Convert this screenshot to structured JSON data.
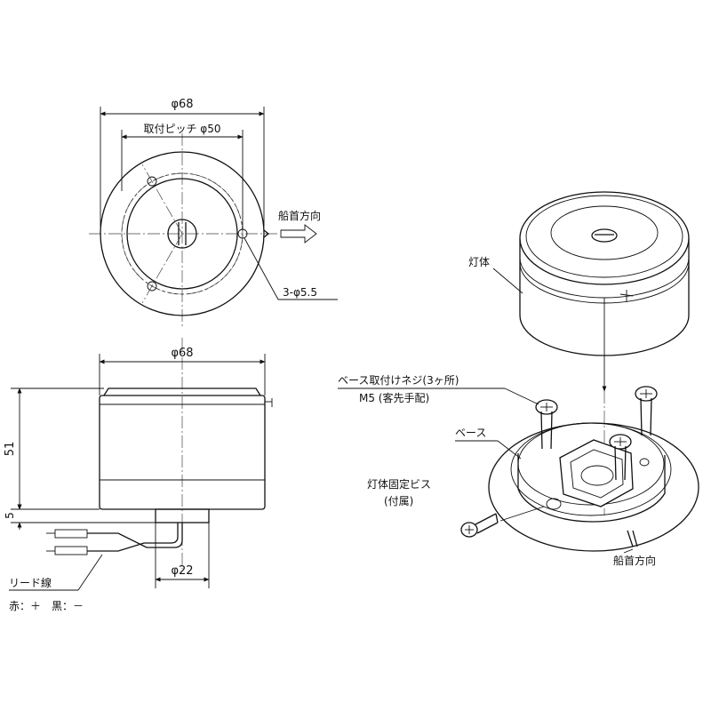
{
  "top_view": {
    "dia_outer": "φ68",
    "mount_pitch": "取付ピッチ φ50",
    "bow_direction": "船首方向",
    "holes": "3-φ5.5"
  },
  "side_view": {
    "dia_body": "φ68",
    "height": "51",
    "base_height": "5",
    "dia_stem": "φ22",
    "lead_wire": "リード線",
    "polarity": "赤：＋　黒：－"
  },
  "iso_view": {
    "lamp_body": "灯体",
    "base_screw": "ベース取付けネジ(3ヶ所)",
    "base_screw_spec": "M5 (客先手配)",
    "base": "ベース",
    "fix_screw": "灯体固定ビス",
    "fix_screw_note": "(付属)",
    "bow_direction": "船首方向"
  }
}
